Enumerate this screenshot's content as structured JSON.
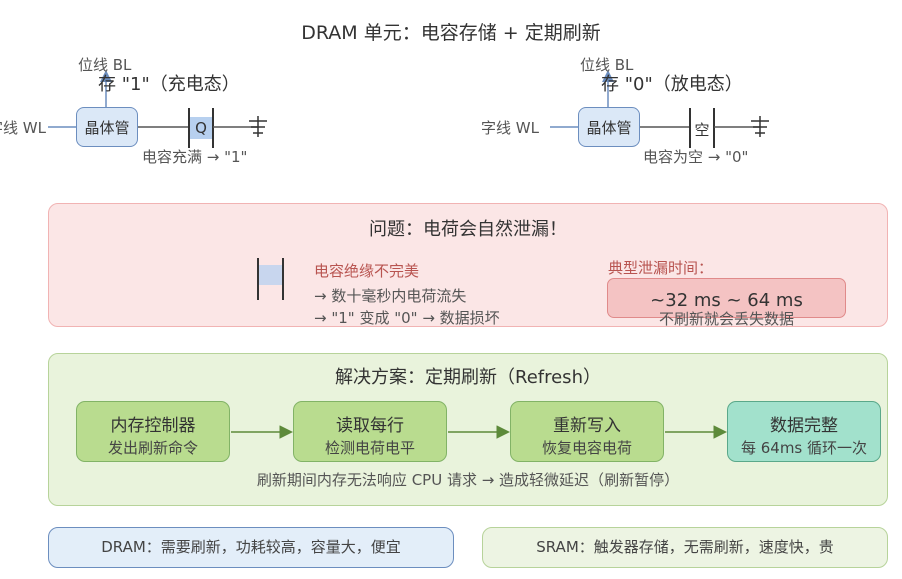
{
  "title": "DRAM 单元：电容存储 + 定期刷新",
  "cell1": {
    "bitline": "位线 BL",
    "state": "存 \"1\"（充电态）",
    "wordline": "字线 WL",
    "transistor": "晶体管",
    "cap_label": "Q",
    "caption": "电容充满 → \"1\""
  },
  "cell0": {
    "bitline": "位线 BL",
    "state": "存 \"0\"（放电态）",
    "wordline": "字线 WL",
    "transistor": "晶体管",
    "cap_label": "空",
    "caption": "电容为空 → \"0\""
  },
  "problem": {
    "title": "问题：电荷会自然泄漏！",
    "heading": "电容绝缘不完美",
    "line1": "→ 数十毫秒内电荷流失",
    "line2": "→ \"1\" 变成 \"0\" → 数据损坏",
    "leak_title": "典型泄漏时间：",
    "leak_value": "~32 ms ~ 64 ms",
    "leak_note": "不刷新就会丢失数据"
  },
  "solution": {
    "title": "解决方案：定期刷新（Refresh）",
    "steps": [
      {
        "title": "内存控制器",
        "sub": "发出刷新命令"
      },
      {
        "title": "读取每行",
        "sub": "检测电荷电平"
      },
      {
        "title": "重新写入",
        "sub": "恢复电容电荷"
      },
      {
        "title": "数据完整",
        "sub": "每 64ms 循环一次"
      }
    ],
    "note": "刷新期间内存无法响应 CPU 请求 → 造成轻微延迟（刷新暂停）"
  },
  "compare": {
    "dram": "DRAM：需要刷新，功耗较高，容量大，便宜",
    "sram": "SRAM：触发器存储，无需刷新，速度快，贵"
  },
  "colors": {
    "problem_bg": "#fbe6e6",
    "problem_border": "#f1b3b3",
    "solution_bg": "#e9f3dc",
    "solution_border": "#b7d39a",
    "step_fill": "#b9dc8f",
    "step_border": "#82b366",
    "final_fill": "#a2e1cc",
    "final_border": "#5aa88a",
    "wire": "#6c8ebf",
    "arrow": "#5d8a3a"
  }
}
